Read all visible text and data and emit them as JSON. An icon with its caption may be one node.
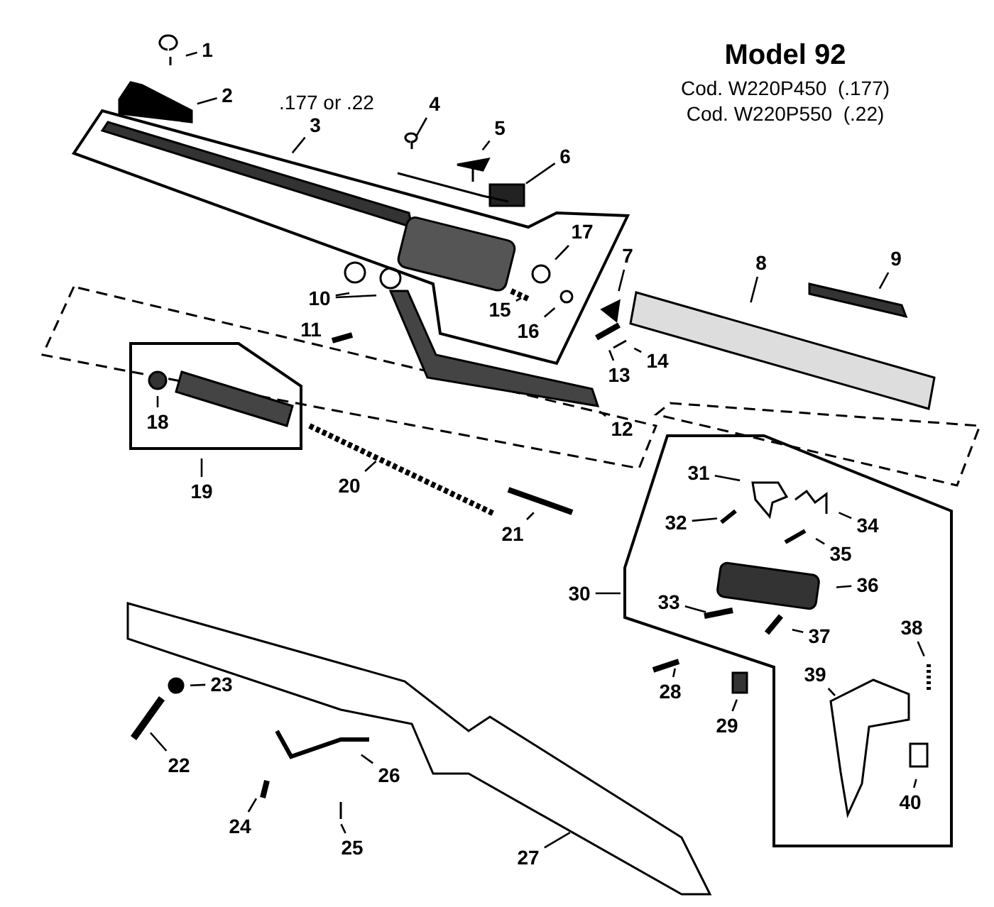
{
  "diagram": {
    "title": "Model 92",
    "nodes": [
      {
        "text": [
          "1"
        ]
      },
      {
        "text": [
          "2"
        ]
      },
      {
        "text": [
          "3"
        ]
      },
      {
        "text": [
          "4"
        ]
      },
      {
        "text": [
          "5"
        ]
      },
      {
        "text": [
          "6"
        ]
      },
      {
        "text": [
          "7"
        ]
      },
      {
        "text": [
          "8"
        ]
      },
      {
        "text": [
          "9"
        ]
      },
      {
        "text": [
          "10"
        ]
      },
      {
        "text": [
          "12"
        ]
      },
      {
        "text": [
          "13"
        ]
      },
      {
        "text": [
          "14"
        ]
      },
      {
        "text": [
          "15"
        ]
      },
      {
        "text": [
          "16"
        ]
      },
      {
        "text": [
          "17"
        ]
      },
      {
        "text": [
          "18"
        ]
      },
      {
        "text": [
          "19"
        ]
      },
      {
        "text": [
          "20"
        ]
      },
      {
        "text": [
          "21"
        ]
      },
      {
        "text": [
          "22"
        ]
      },
      {
        "text": [
          "23"
        ]
      },
      {
        "text": [
          "24"
        ]
      },
      {
        "text": [
          "25"
        ]
      },
      {
        "text": [
          "26"
        ]
      },
      {
        "text": [
          "27"
        ]
      },
      {
        "text": [
          "28"
        ]
      },
      {
        "text": [
          "29"
        ]
      },
      {
        "text": [
          "30"
        ]
      },
      {
        "text": [
          "31"
        ]
      },
      {
        "text": [
          "32"
        ]
      },
      {
        "text": [
          "33"
        ]
      },
      {
        "text": [
          "34"
        ]
      },
      {
        "text": [
          "35"
        ]
      },
      {
        "text": [
          "36"
        ]
      },
      {
        "text": [
          "37"
        ]
      },
      {
        "text": [
          "38"
        ]
      },
      {
        "text": [
          "39"
        ]
      },
      {
        "text": [
          "40"
        ]
      }
    ],
    "edges": [
      {
        "from": 0,
        "to": null,
        "arrow": "none"
      },
      {
        "from": 1,
        "to": null,
        "arrow": "none"
      },
      {
        "from": 2,
        "to": null,
        "arrow": "none"
      },
      {
        "from": 3,
        "to": null,
        "arrow": "none"
      },
      {
        "from": 4,
        "to": null,
        "arrow": "none"
      },
      {
        "from": 5,
        "to": null,
        "arrow": "none"
      },
      {
        "from": 6,
        "to": null,
        "arrow": "none"
      },
      {
        "from": 7,
        "to": null,
        "arrow": "none"
      },
      {
        "from": 8,
        "to": null,
        "arrow": "none"
      },
      {
        "from": 9,
        "to": null,
        "arrow": "none"
      },
      {
        "from": 9,
        "to": null,
        "arrow": "none"
      },
      {
        "from": 10,
        "to": null,
        "arrow": "none"
      },
      {
        "from": 11,
        "to": null,
        "arrow": "none"
      },
      {
        "from": 12,
        "to": null,
        "arrow": "none"
      },
      {
        "from": 13,
        "to": null,
        "arrow": "none"
      },
      {
        "from": 14,
        "to": null,
        "arrow": "none"
      },
      {
        "from": 15,
        "to": null,
        "arrow": "none"
      },
      {
        "from": 16,
        "to": null,
        "arrow": "none"
      },
      {
        "from": 17,
        "to": null,
        "arrow": "none"
      },
      {
        "from": 18,
        "to": null,
        "arrow": "none"
      },
      {
        "from": 19,
        "to": null,
        "arrow": "none"
      },
      {
        "from": 20,
        "to": null,
        "arrow": "none"
      },
      {
        "from": 21,
        "to": null,
        "arrow": "none"
      },
      {
        "from": 22,
        "to": null,
        "arrow": "none"
      },
      {
        "from": 23,
        "to": null,
        "arrow": "none"
      },
      {
        "from": 24,
        "to": null,
        "arrow": "none"
      },
      {
        "from": 25,
        "to": null,
        "arrow": "none"
      },
      {
        "from": 26,
        "to": null,
        "arrow": "none"
      },
      {
        "from": 27,
        "to": null,
        "arrow": "none"
      },
      {
        "from": 28,
        "to": null,
        "arrow": "none"
      },
      {
        "from": 29,
        "to": null,
        "arrow": "none"
      },
      {
        "from": 30,
        "to": null,
        "arrow": "none"
      },
      {
        "from": 31,
        "to": null,
        "arrow": "none"
      },
      {
        "from": 32,
        "to": null,
        "arrow": "none"
      },
      {
        "from": 33,
        "to": null,
        "arrow": "none"
      },
      {
        "from": 34,
        "to": null,
        "arrow": "none"
      },
      {
        "from": 35,
        "to": null,
        "arrow": "none"
      },
      {
        "from": 36,
        "to": null,
        "arrow": "none"
      },
      {
        "from": 37,
        "to": null,
        "arrow": "none"
      },
      {
        "from": 38,
        "to": null,
        "arrow": "none"
      }
    ],
    "labels": [
      "Cod. W220P450  (.177)",
      "Cod. W220P550  (.22)",
      ".177 or .22",
      "11"
    ]
  }
}
